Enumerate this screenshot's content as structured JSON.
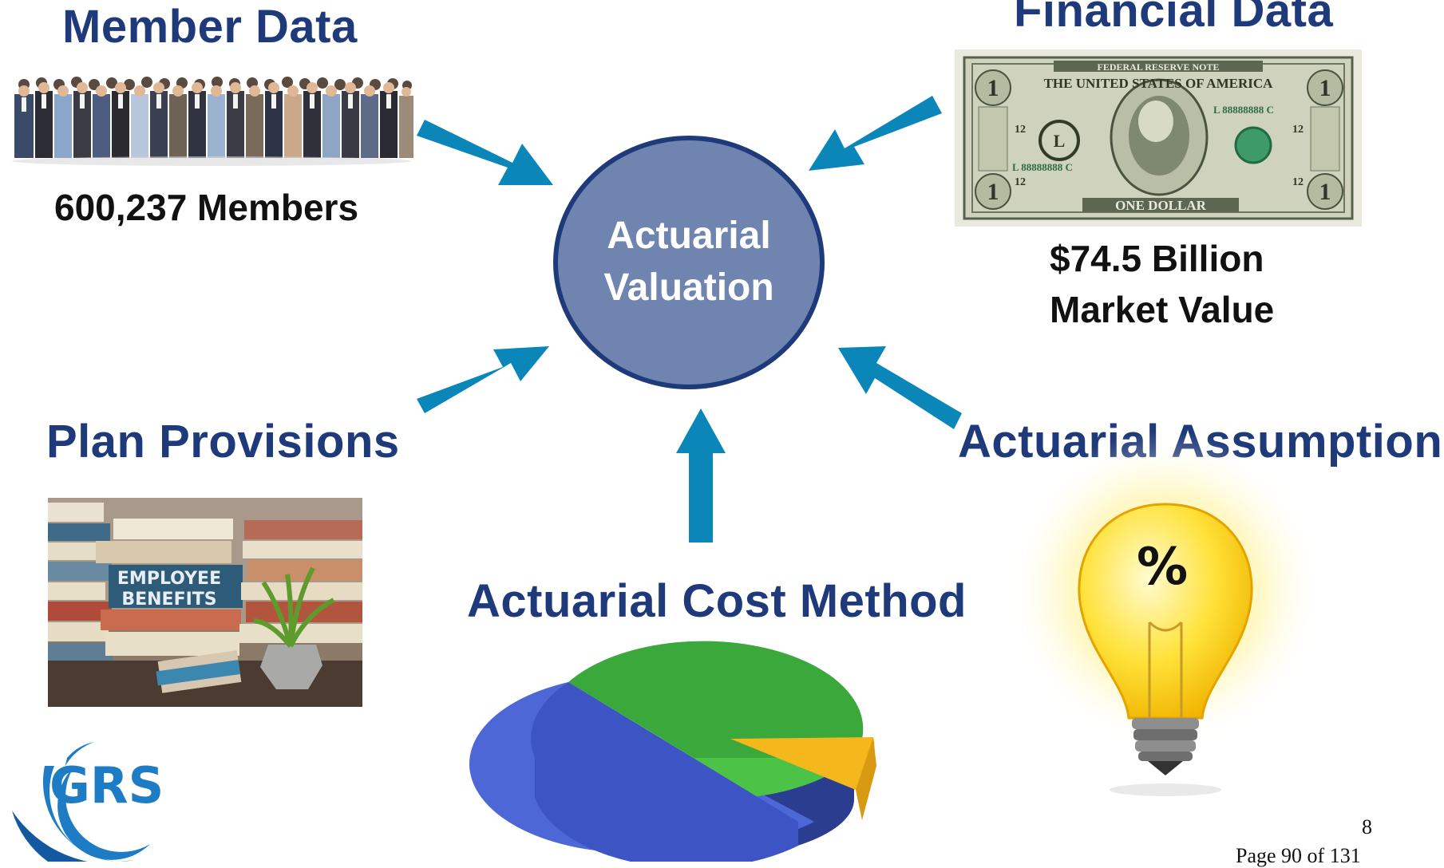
{
  "member": {
    "title": "Member Data",
    "caption": "600,237 Members"
  },
  "financial": {
    "title": "Financial Data",
    "caption_line1": "$74.5 Billion",
    "caption_line2": "Market Value"
  },
  "center": {
    "line1": "Actuarial",
    "line2": "Valuation"
  },
  "plan": {
    "title": "Plan Provisions",
    "book_text_line1": "EMPLOYEE",
    "book_text_line2": "BENEFITS"
  },
  "cost_method": {
    "title": "Actuarial Cost Method"
  },
  "assumptions": {
    "title": "Actuarial Assumptions",
    "bulb_symbol": "%"
  },
  "logo": {
    "text": "GRS"
  },
  "dollar": {
    "top_banner": "FEDERAL RESERVE NOTE",
    "country": "THE UNITED STATES OF AMERICA",
    "denomination": "ONE DOLLAR",
    "serial": "L 88888888 C",
    "corner_number": "1",
    "district": "L",
    "small_number": "12"
  },
  "footer": {
    "slide_number": "8",
    "page_label": "Page 90 of 131"
  },
  "colors": {
    "heading": "#1f3a7a",
    "arrow": "#0a86b8",
    "circle_fill": "#7084b0"
  }
}
